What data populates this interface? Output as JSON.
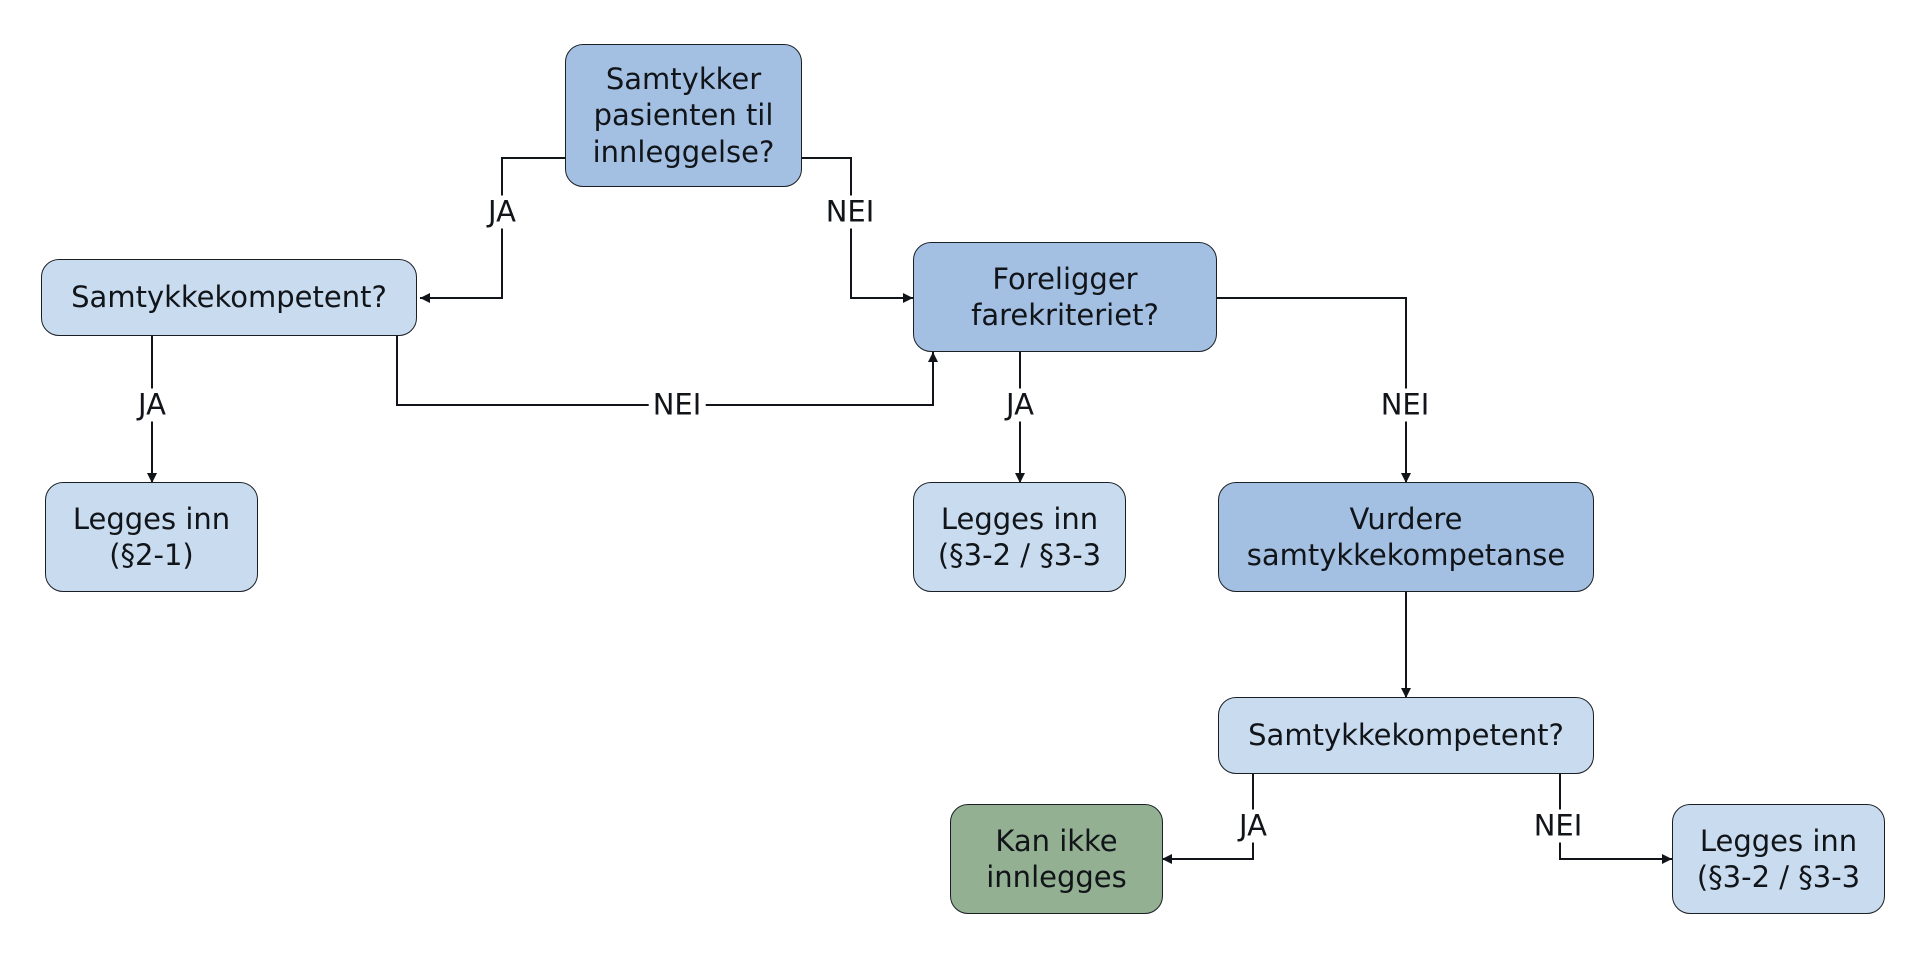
{
  "colors": {
    "question_dark": "#a3c0e3",
    "question_light": "#c8dbef",
    "outcome_light": "#c8dbef",
    "outcome_green": "#93b092",
    "line": "#111418"
  },
  "nodes": {
    "consent_question": {
      "lines": [
        "Samtykker",
        "pasienten til",
        "innleggelse?"
      ]
    },
    "competent_question_1": {
      "lines": [
        "Samtykkekompetent?"
      ]
    },
    "danger_criterion_question": {
      "lines": [
        "Foreligger",
        "farekriteriet?"
      ]
    },
    "admit_2_1": {
      "lines": [
        "Legges inn",
        "(§2-1)"
      ]
    },
    "admit_3_2_3_3_a": {
      "lines": [
        "Legges inn",
        "(§3-2 / §3-3"
      ]
    },
    "assess_competence": {
      "lines": [
        "Vurdere",
        "samtykkekompetanse"
      ]
    },
    "competent_question_2": {
      "lines": [
        "Samtykkekompetent?"
      ]
    },
    "cannot_admit": {
      "lines": [
        "Kan ikke",
        "innlegges"
      ]
    },
    "admit_3_2_3_3_b": {
      "lines": [
        "Legges inn",
        "(§3-2 / §3-3"
      ]
    }
  },
  "edge_labels": {
    "consent_yes": "JA",
    "consent_no": "NEI",
    "competent1_yes": "JA",
    "competent1_no": "NEI",
    "danger_yes": "JA",
    "danger_no": "NEI",
    "competent2_yes": "JA",
    "competent2_no": "NEI"
  }
}
